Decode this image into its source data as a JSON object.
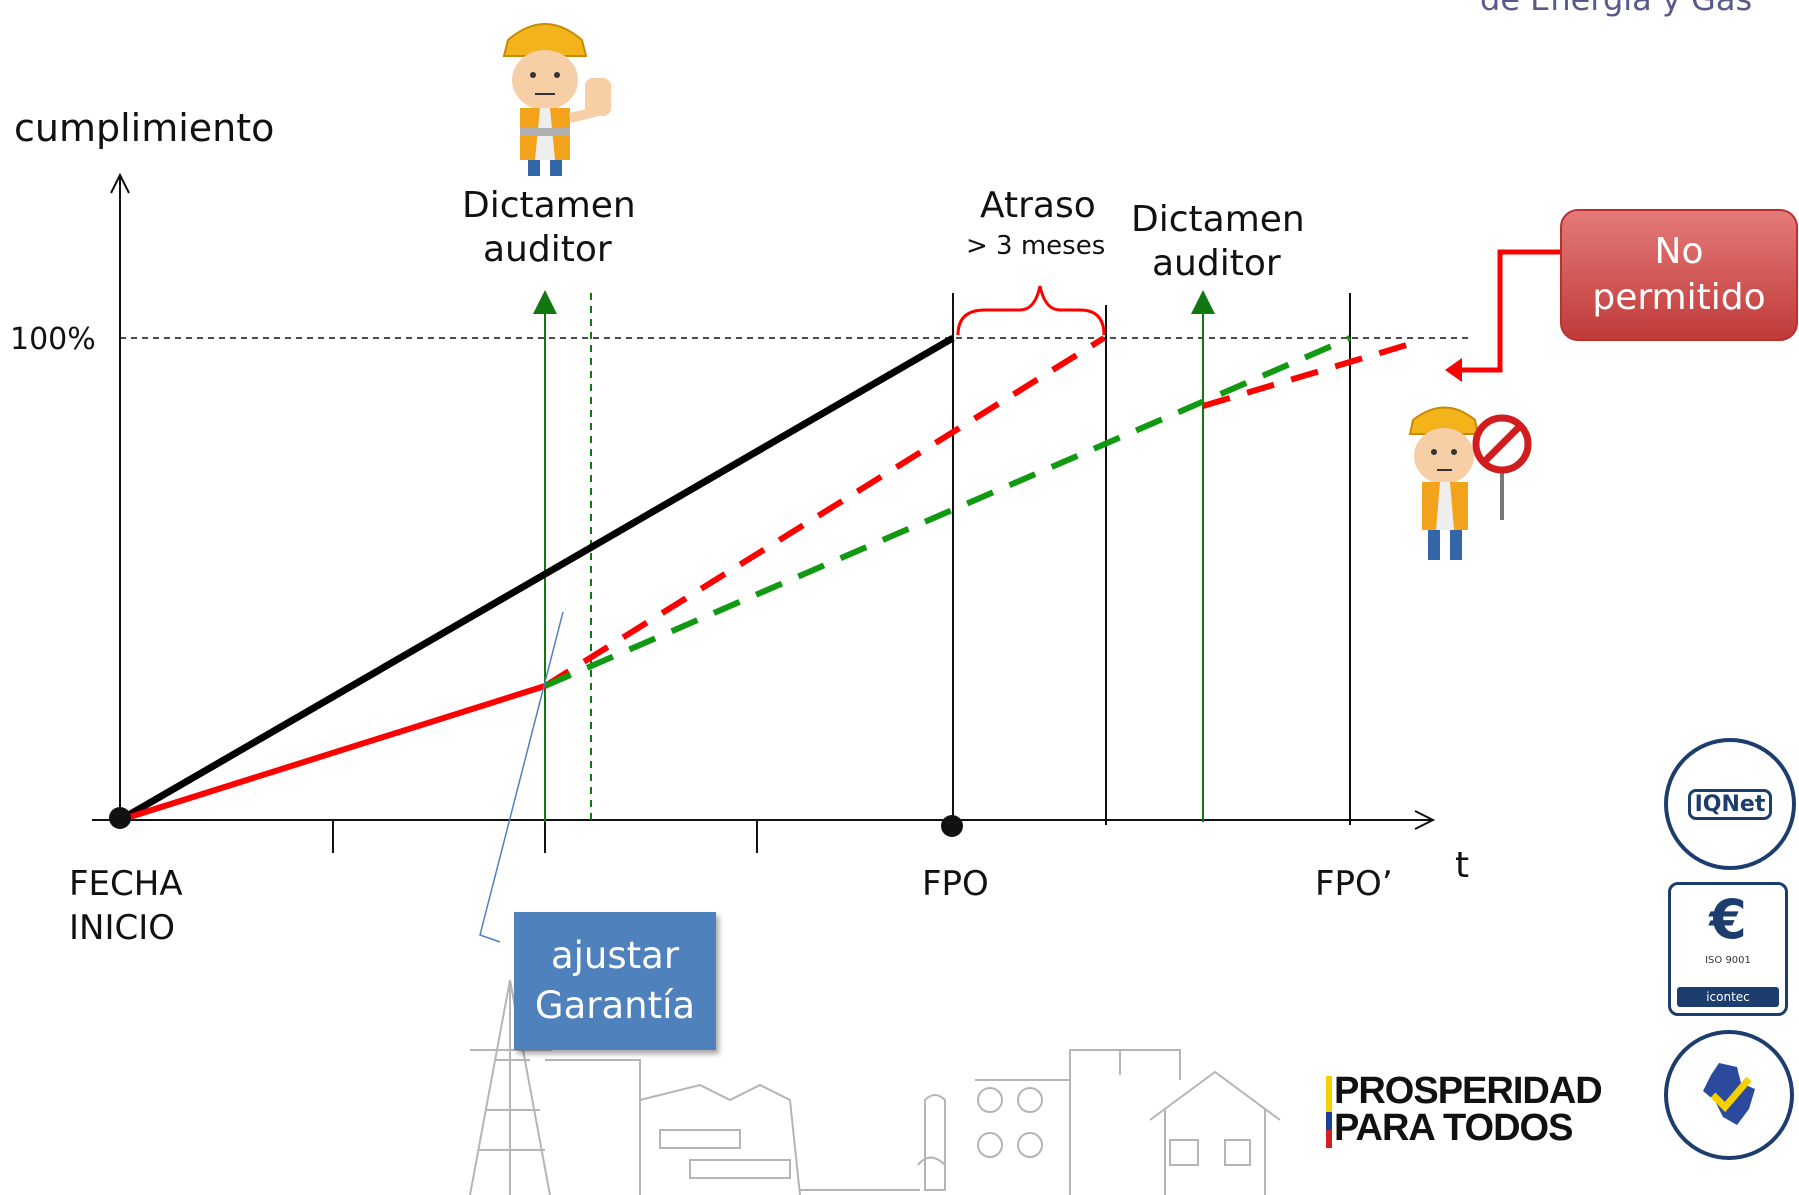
{
  "header": {
    "brand_partial": "de Energía y Gas"
  },
  "axes": {
    "y_label": "cumplimiento",
    "y_tick": "100%",
    "x_label": "t"
  },
  "x_labels": {
    "fecha_inicio_1": "FECHA",
    "fecha_inicio_2": "INICIO",
    "fpo": "FPO",
    "fpo_prime": "FPO’"
  },
  "annotations": {
    "dictamen1_line1": "Dictamen",
    "dictamen1_line2": "auditor",
    "atraso": "Atraso",
    "atraso_sub": "> 3 meses",
    "dictamen2_line1": "Dictamen",
    "dictamen2_line2": "auditor",
    "no_permitido_1": "No",
    "no_permitido_2": "permitido",
    "ajustar_1": "ajustar",
    "ajustar_2": "Garantía"
  },
  "logos": {
    "prosperidad_1": "PROSPERIDAD",
    "prosperidad_2": "PARA TODOS",
    "iqnet": "IQNet",
    "iso": "ISO 9001",
    "icontec": "icontec"
  },
  "colors": {
    "plan": "#000000",
    "actual": "#ff0000",
    "adjusted": "#119911",
    "auditor_arrow": "#117711",
    "callout": "#4f81bd",
    "warning": "#c0392b"
  },
  "icons": [
    "worker-stop-hand-icon",
    "worker-prohibited-sign-icon",
    "infrastructure-outline-icon"
  ]
}
